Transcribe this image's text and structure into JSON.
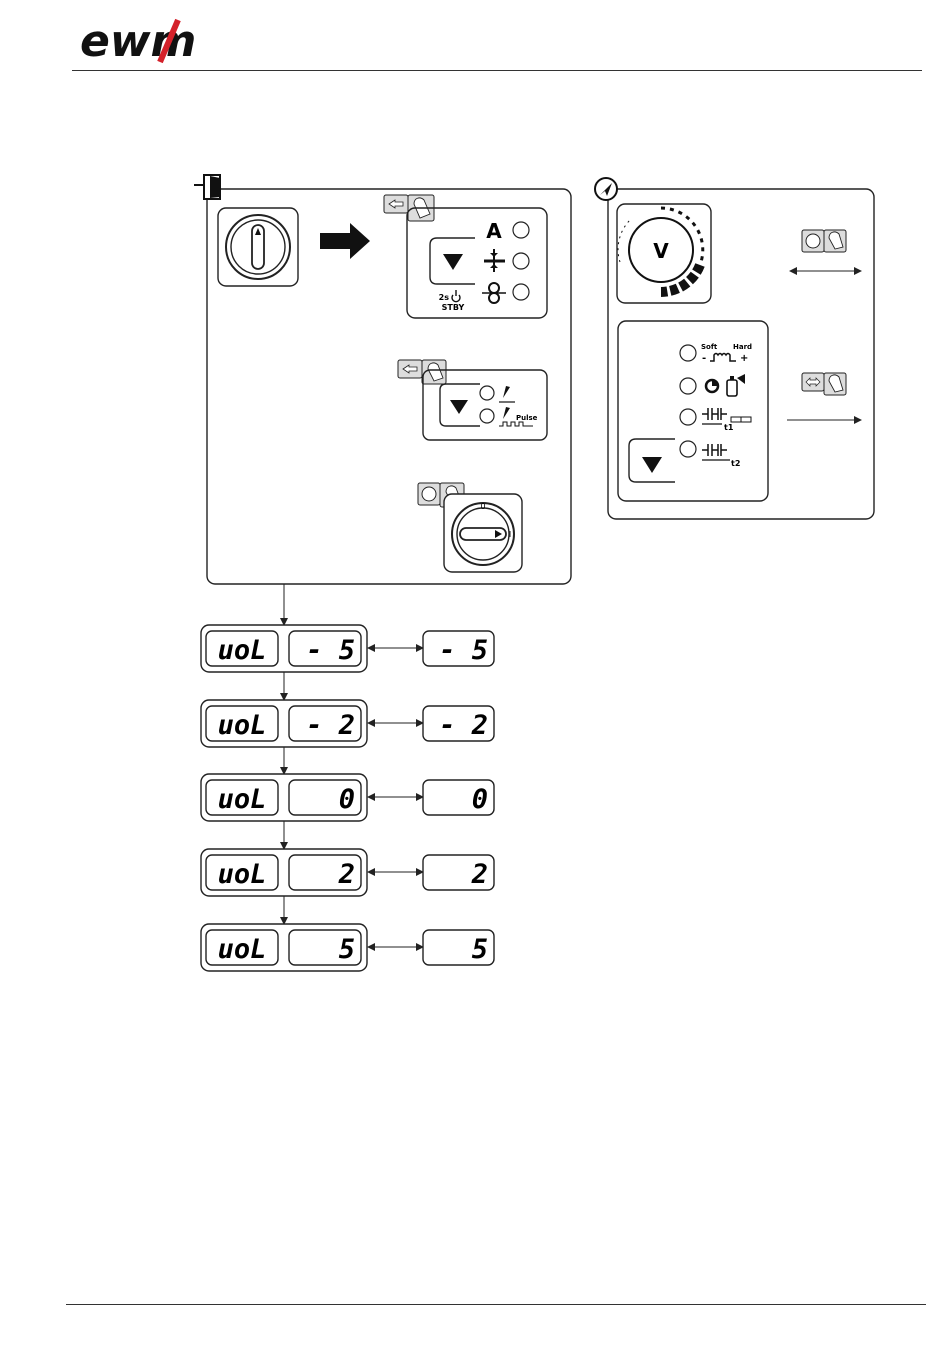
{
  "brand": {
    "logo_text": "ewm",
    "accent": "#d4212a"
  },
  "left_panel": {
    "standby_label_time": "2s",
    "standby_label": "STBY",
    "mode_label_A": "A",
    "pulse_label": "Pulse",
    "switch_label_off": "0",
    "switch_label_on": "I"
  },
  "right_panel": {
    "knob_label": "V",
    "soft_label": "Soft",
    "hard_label": "Hard",
    "minus": "-",
    "plus": "+",
    "t1_label": "t1",
    "t2_label": "t2"
  },
  "display_rows": [
    {
      "param": "uoL",
      "value": "- 5",
      "result": "- 5"
    },
    {
      "param": "uoL",
      "value": "- 2",
      "result": "- 2"
    },
    {
      "param": "uoL",
      "value": "0",
      "result": "0"
    },
    {
      "param": "uoL",
      "value": "2",
      "result": "2"
    },
    {
      "param": "uoL",
      "value": "5",
      "result": "5"
    }
  ],
  "colors": {
    "line": "#222222",
    "knob_dark": "#111111"
  }
}
